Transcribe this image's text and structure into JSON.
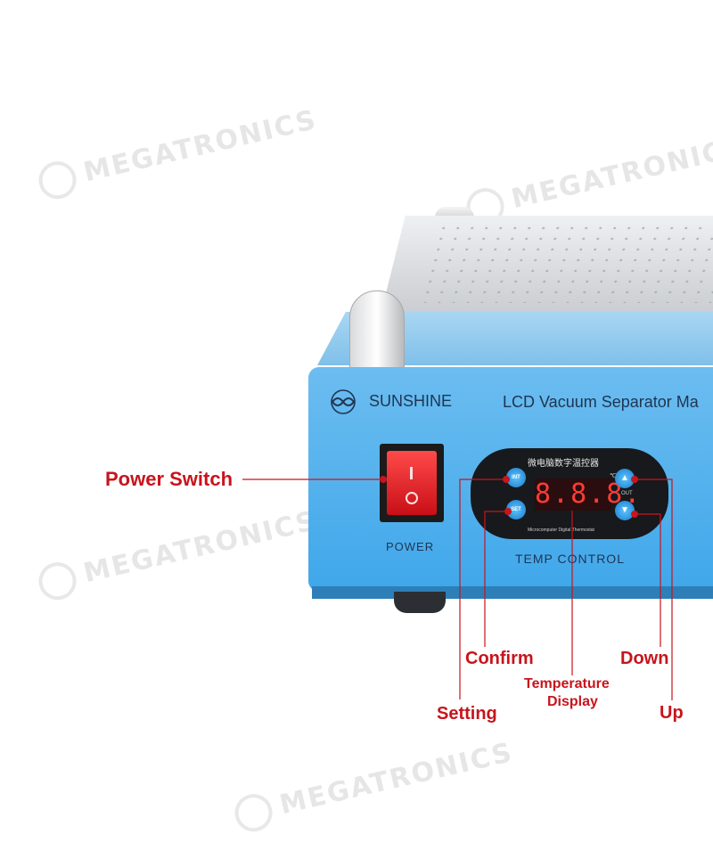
{
  "watermark": {
    "text": "MEGATRONICS"
  },
  "device": {
    "brand": "SUNSHINE",
    "model": "LCD Vacuum Separator Ma",
    "power_label": "POWER",
    "temp_control_label": "TEMP CONTROL",
    "panel": {
      "title_cn": "微电脑数字温控器",
      "subtitle_en": "Microcomputer Digital Thermostat",
      "display": "8.8.8.",
      "unit": "℃",
      "out_label": "OUT",
      "buttons": {
        "int": "INT",
        "set": "SET",
        "up": "▲",
        "down": "▼"
      }
    }
  },
  "callouts": {
    "power_switch": "Power Switch",
    "confirm": "Confirm",
    "setting": "Setting",
    "temperature_display_1": "Temperature",
    "temperature_display_2": "Display",
    "down": "Down",
    "up": "Up"
  },
  "colors": {
    "callout": "#c8141c",
    "device_blue": "#4aabeb",
    "display_red": "#ff3b35"
  }
}
